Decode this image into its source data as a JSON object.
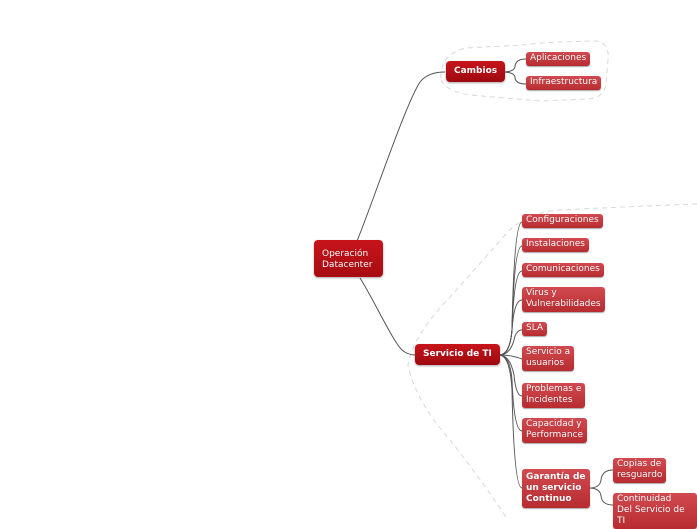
{
  "mindmap": {
    "root": {
      "label": "Operación\nDatacenter"
    },
    "branches": [
      {
        "label": "Cambios",
        "children": [
          {
            "label": "Aplicaciones"
          },
          {
            "label": "Infraestructura"
          }
        ]
      },
      {
        "label": "Servicio de TI",
        "children": [
          {
            "label": "Configuraciones"
          },
          {
            "label": "Instalaciones"
          },
          {
            "label": "Comunicaciones"
          },
          {
            "label": "Virus y\nVulnerabilidades"
          },
          {
            "label": "SLA"
          },
          {
            "label": "Servicio a\nusuarios"
          },
          {
            "label": "Problemas e\nIncidentes"
          },
          {
            "label": "Capacidad y\nPerformance"
          },
          {
            "label": "Garantía de\nun servicio\nContinuo",
            "children": [
              {
                "label": "Copias de\nresguardo"
              },
              {
                "label": "Continuidad\nDel Servicio de TI"
              }
            ]
          }
        ]
      }
    ],
    "colors": {
      "node_dark": "#b3111a",
      "node_light": "#c2353a",
      "line": "#555555",
      "boundary": "#d8d8d8"
    }
  }
}
